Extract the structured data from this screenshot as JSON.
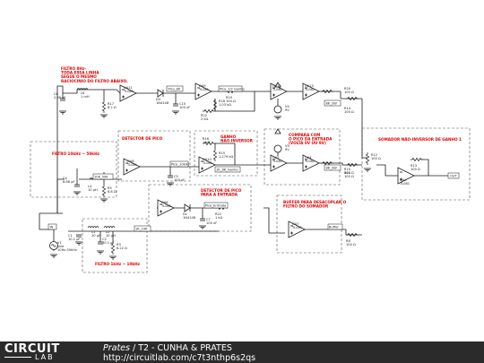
{
  "footer": {
    "logo_top": "CIRCUIT",
    "logo_bottom": "LAB",
    "author": "Prates",
    "separator": " / ",
    "title": "T2 - CUNHA & PRATES",
    "url": "http://circuitlab.com/c7t3nthp6s2qs"
  },
  "notes": {
    "filter_note": [
      "FILTRO 8Hz-",
      "TODA ESSA LINHA",
      "SEGUE O MESMO",
      "RACIOCINIO DO FILTRO ABAIXO."
    ],
    "peak1": "DETECTOR DE PICO",
    "gain": [
      "GANHO",
      "NÃO INVERSOR"
    ],
    "compare": [
      "COMPARA COM",
      "O PICO DA ENTRADA",
      "(VOLTA 0V OU 9V)"
    ],
    "summer": "SOMADOR NÃO-INVERSOR DE GANHO 1",
    "filter_main": "FILTRO 10kHz ~ 50kHz",
    "peak2": [
      "DETECTOR DE PICO",
      "PARA A ENTRADA"
    ],
    "buffer": [
      "BUFFER PARA DESACOPLAR O",
      "FILTRO DO SOMADOR"
    ],
    "filter_low": "FILTRO 1kHz ~ 10kHz"
  },
  "components": {
    "c6": [
      "C6",
      "2.86 µF"
    ],
    "l6": [
      "L6",
      "1 mH"
    ],
    "r17": [
      "R17",
      "8.2 Ω"
    ],
    "oa11": [
      "OA11",
      "TL081"
    ],
    "d3": [
      "D3",
      "1N4148"
    ],
    "c10": [
      "C10",
      "100 nF"
    ],
    "oa9": [
      "OA9",
      "TL081"
    ],
    "r19": [
      "R19",
      "100 Ω"
    ],
    "r22": [
      "R22",
      "2 kΩ"
    ],
    "r18": [
      "R18",
      "1.03 kΩ"
    ],
    "oa12": [
      "OA12",
      "TL081"
    ],
    "oa13": [
      "OA13",
      "TL081"
    ],
    "r20": [
      "R20",
      "100 Ω"
    ],
    "v4": [
      "V4",
      "9V"
    ],
    "oa8": [
      "OA8",
      "TL081"
    ],
    "c5": [
      "C5",
      "100 nF"
    ],
    "r16": [
      "R16",
      "1 kΩ"
    ],
    "oa10": [
      "OA10",
      "TL081"
    ],
    "r15": [
      "R15",
      "1.279 kΩ"
    ],
    "r10": [
      "R10",
      "100 Ω"
    ],
    "oa5": [
      "OA5",
      "TL081"
    ],
    "oa4": [
      "OA4",
      "TL081"
    ],
    "v5": [
      "V5",
      "9V"
    ],
    "r14": [
      "R14",
      "100 Ω"
    ],
    "r11": [
      "R11",
      "100 Ω"
    ],
    "r12": [
      "R12",
      "100 Ω"
    ],
    "r13": [
      "R13",
      "100 Ω"
    ],
    "oa3": [
      "OA3",
      "TL081"
    ],
    "c4": [
      "C4",
      "6.88 µF"
    ],
    "l4": [
      "L4",
      "10 µH"
    ],
    "r5": [
      "R5",
      "6.8 Ω"
    ],
    "oa6": [
      "OA6",
      "TL081"
    ],
    "d1": [
      "D1",
      "1N4148"
    ],
    "c7": [
      "C7",
      "100 nF"
    ],
    "r21": [
      "R21",
      "1 kΩ"
    ],
    "oa7": [
      "OA7",
      "TL081"
    ],
    "c1": [
      "C1",
      "10.1 µF"
    ],
    "l1": [
      "L1",
      "10 µH"
    ],
    "c2": [
      "C2",
      "30.1 µF"
    ],
    "l2": [
      "L2",
      "10 µH"
    ],
    "r3": [
      "R3",
      "6.22 Ω"
    ],
    "r8": [
      "R8",
      "100 Ω"
    ],
    "v1": [
      "V1",
      "sine",
      "10Hz-50kHz"
    ]
  },
  "probes": {
    "pico_8k": "Pico_8K",
    "picos_1k": "Pico_1/2 Ganho",
    "out_8k": "8K_SW",
    "pico_10k": "Pico_10kHz",
    "ganho_10k": "1K_8K_Ganho",
    "out_1k": "8K_SW",
    "sai_10k": "10K_50K",
    "pico_entrada": "Pico_Entrada",
    "buffer_out": "Buffer",
    "in": "IN",
    "out_1": "1K_10K",
    "out": "OUT"
  }
}
